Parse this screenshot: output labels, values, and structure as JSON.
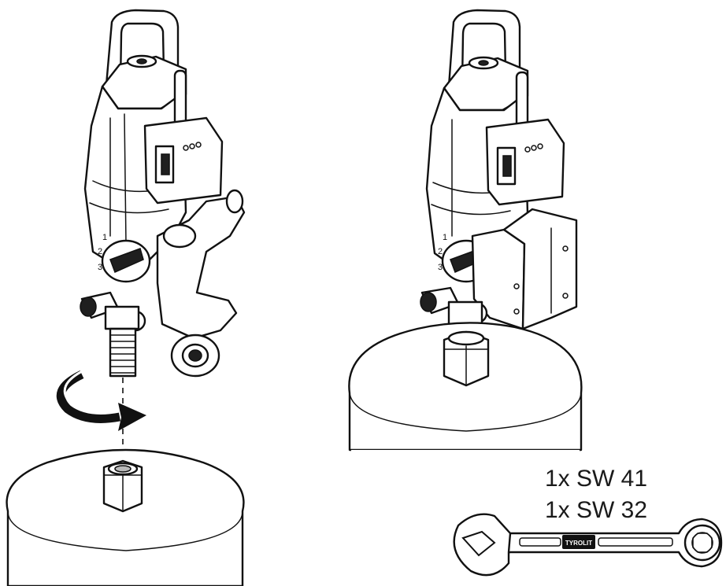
{
  "wrench_spec": {
    "line1": "1x SW 41",
    "line2": "1x SW 32",
    "brand": "TYROLIT"
  },
  "icons": {
    "rotation_arrow": "clockwise-rotate-arrow-icon",
    "wrench": "open-ring-wrench-icon"
  },
  "colors": {
    "ink": "#111111",
    "background": "#ffffff",
    "tone": "#b9b9b9"
  }
}
